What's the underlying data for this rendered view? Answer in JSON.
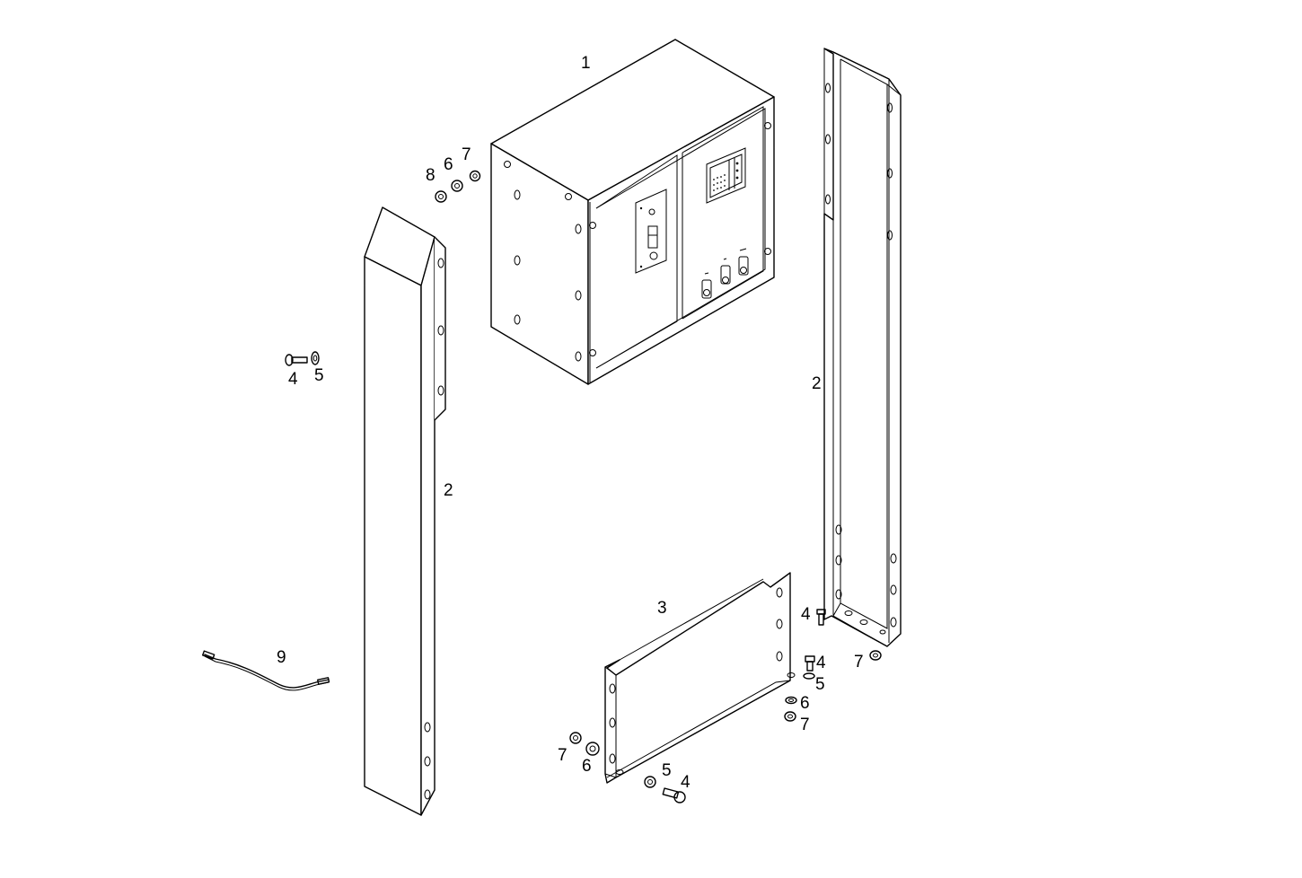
{
  "callouts": {
    "cabinet": "1",
    "post_left": "2",
    "post_right": "2",
    "bracket": "3",
    "bolt_left": "4",
    "washer_left": "5",
    "nut_top_8": "8",
    "nut_top_6": "6",
    "nut_top_7": "7",
    "cable": "9",
    "bolt_post_r": "4",
    "nut_post_r": "7",
    "bolt_br_r": "4",
    "washer_br_r": "5",
    "nut6_br_r": "6",
    "nut7_br_r": "7",
    "nut7_br_l": "7",
    "nut6_br_l": "6",
    "washer_br_b": "5",
    "bolt_br_b": "4"
  }
}
